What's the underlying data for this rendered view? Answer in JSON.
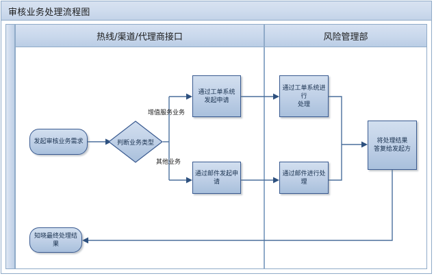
{
  "diagram": {
    "title": "审核业务处理流程图",
    "lanes": [
      {
        "id": "lane-hotline",
        "label": "热线/渠道/代理商接口"
      },
      {
        "id": "lane-risk",
        "label": "风险管理部"
      }
    ],
    "nodes": {
      "start": {
        "label": "发起审核业务需求",
        "shape": "terminator"
      },
      "decision": {
        "label": "判断业务类型",
        "shape": "diamond"
      },
      "ticket_apply": {
        "label_line1": "通过工单系统",
        "label_line2": "发起申请",
        "shape": "process"
      },
      "ticket_process": {
        "label_line1": "通过工单系统进行",
        "label_line2": "处理",
        "shape": "process"
      },
      "mail_apply": {
        "label": "通过邮件发起申请",
        "shape": "process"
      },
      "mail_process": {
        "label": "通过邮件进行处理",
        "shape": "process"
      },
      "reply": {
        "label_line1": "将处理结果",
        "label_line2": "答复给发起方",
        "shape": "process"
      },
      "end": {
        "label": "知晓最终处理结果",
        "shape": "terminator"
      }
    },
    "edge_labels": {
      "value_added": "增值服务业务",
      "other": "其他业务"
    },
    "colors": {
      "shape_fill_top": "#d2dfef",
      "shape_fill_bottom": "#a9c0dc",
      "shape_border": "#38598f",
      "connector": "#4a6f9c",
      "lane_header": "#c9d8ec",
      "frame_border": "#8faac8"
    }
  }
}
